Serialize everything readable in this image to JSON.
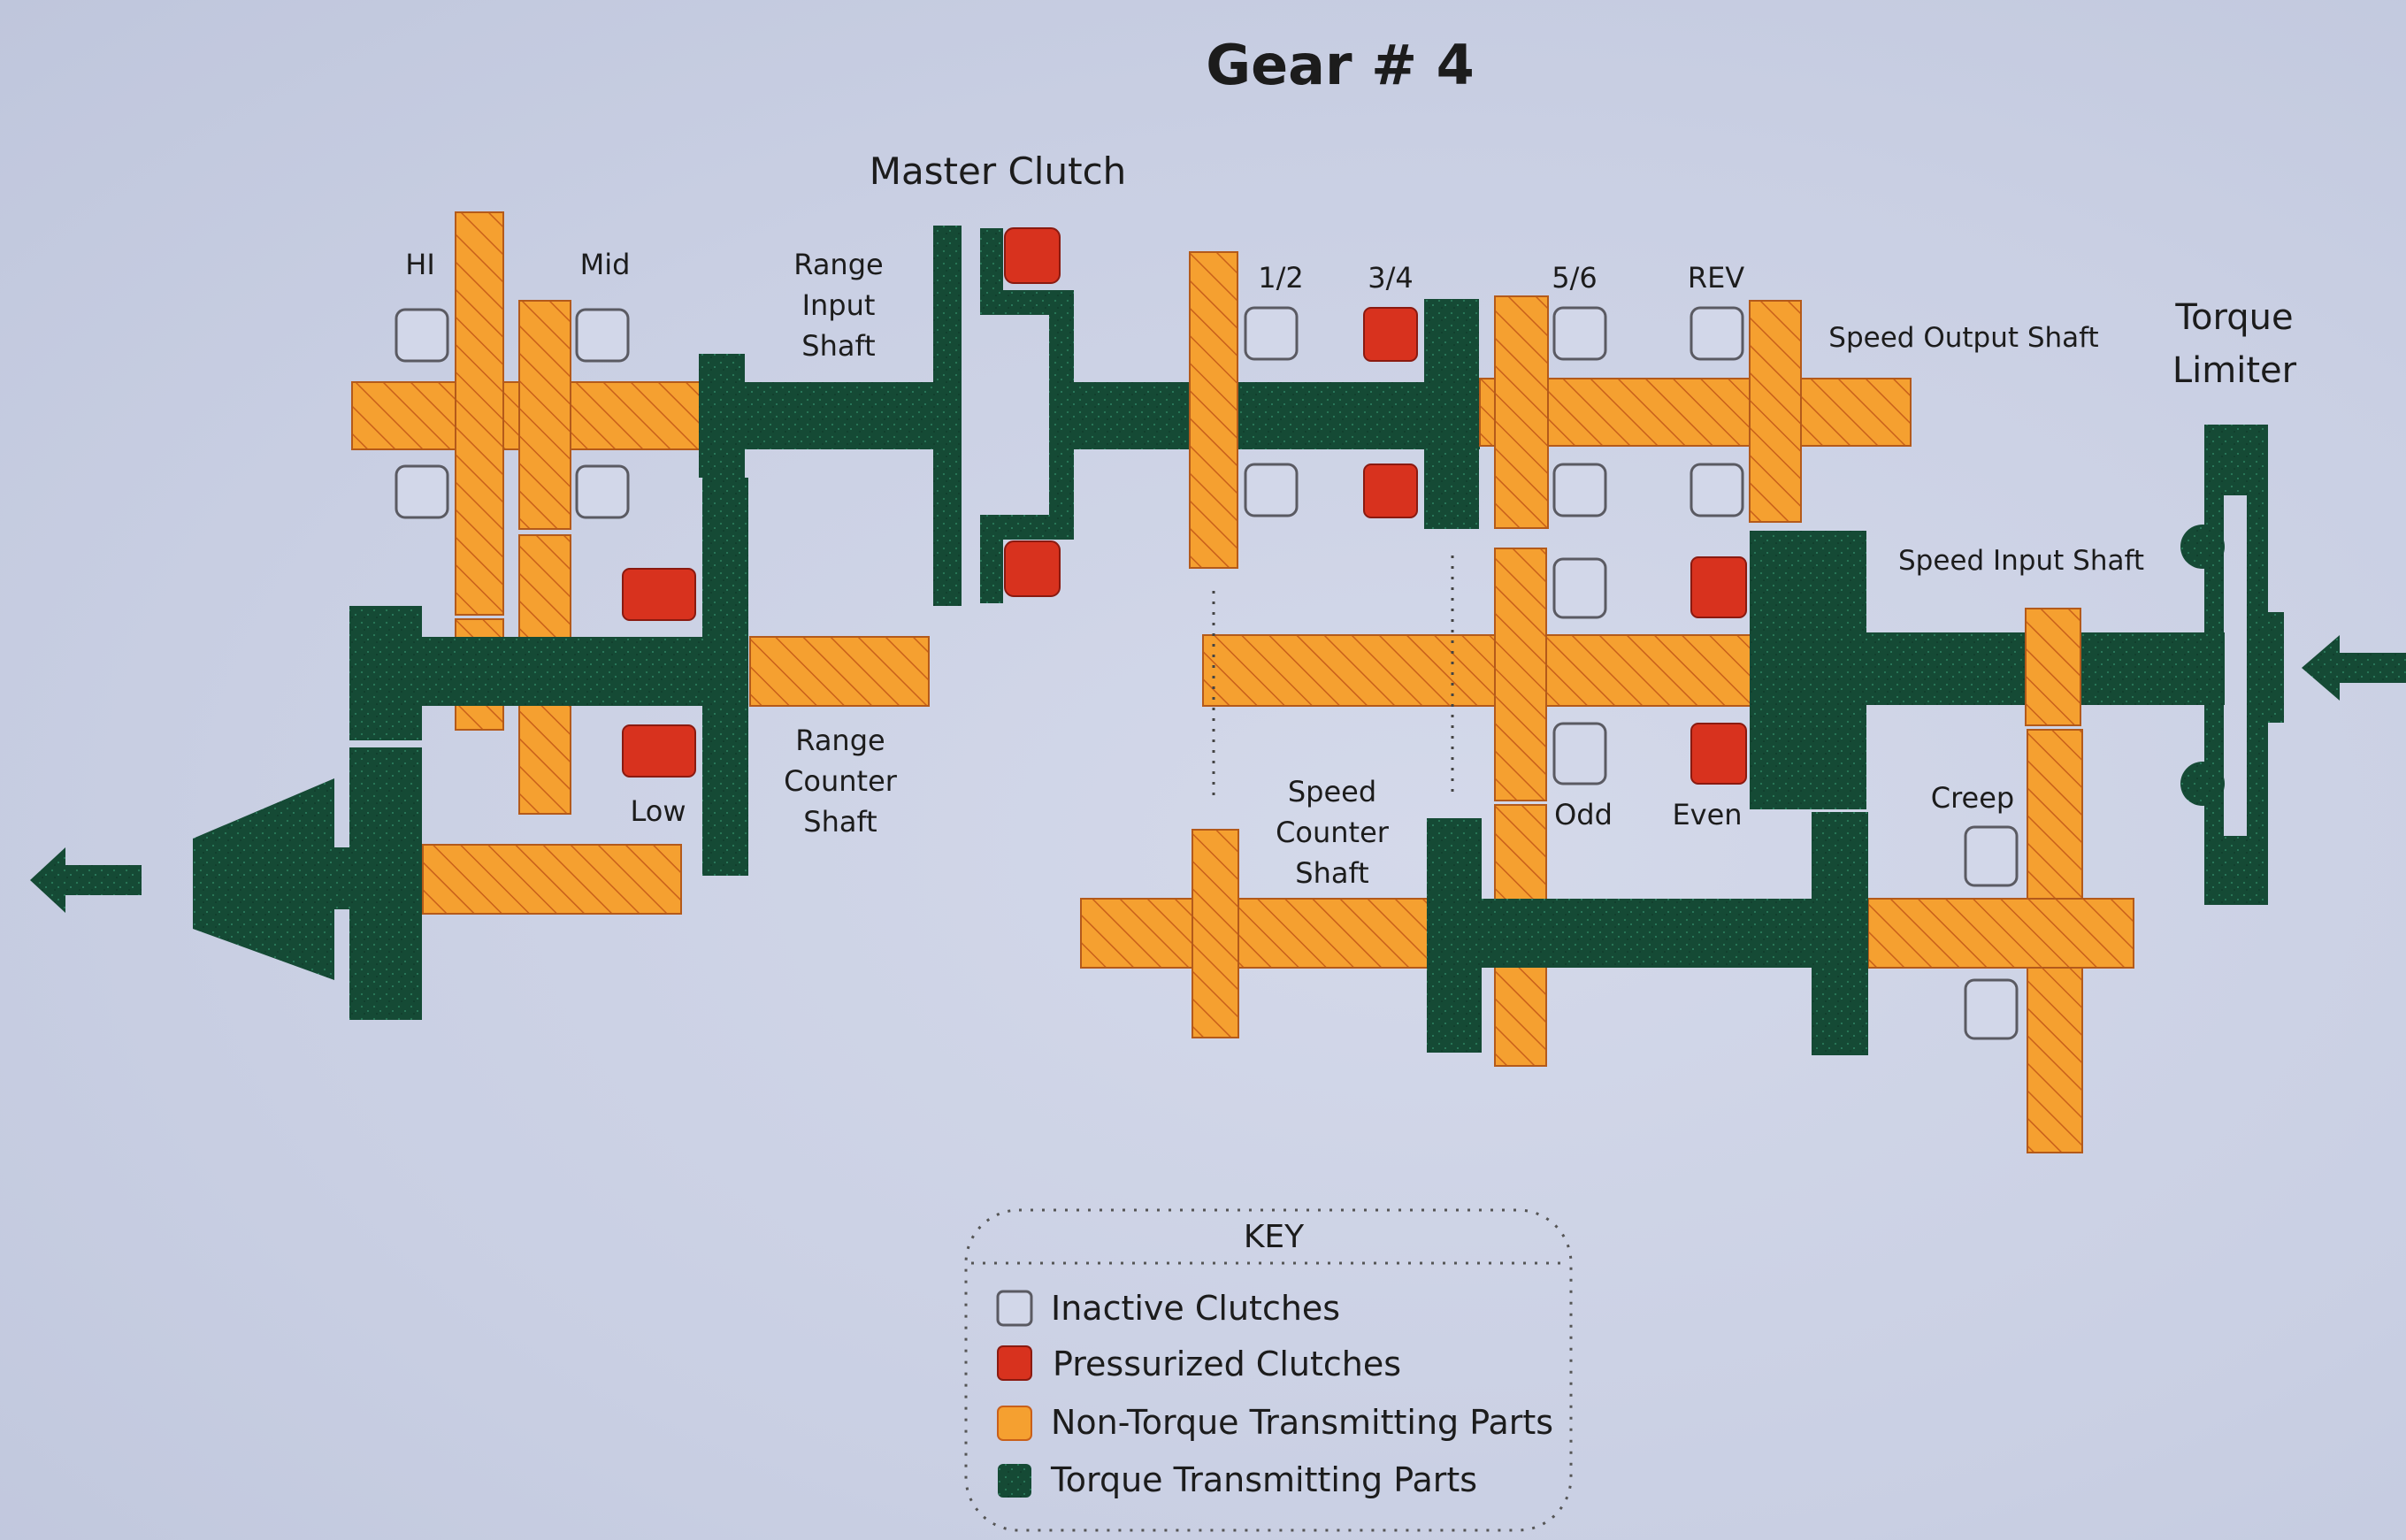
{
  "title": "Gear # 4",
  "labels": {
    "master_clutch": "Master Clutch",
    "hi": "HI",
    "mid": "Mid",
    "low": "Low",
    "range_input_shaft": [
      "Range",
      "Input",
      "Shaft"
    ],
    "range_counter_shaft": [
      "Range",
      "Counter",
      "Shaft"
    ],
    "c12": "1/2",
    "c34": "3/4",
    "c56": "5/6",
    "rev": "REV",
    "speed_output_shaft": "Speed Output Shaft",
    "torque_limiter": [
      "Torque",
      "Limiter"
    ],
    "speed_input_shaft": "Speed Input Shaft",
    "odd": "Odd",
    "even": "Even",
    "creep": "Creep",
    "speed_counter_shaft": [
      "Speed",
      "Counter",
      "Shaft"
    ]
  },
  "key": {
    "title": "KEY",
    "items": [
      {
        "label": "Inactive Clutches",
        "type": "inactive"
      },
      {
        "label": "Pressurized Clutches",
        "type": "pressurized"
      },
      {
        "label": "Non-Torque Transmitting Parts",
        "type": "non-torque"
      },
      {
        "label": "Torque Transmitting Parts",
        "type": "torque"
      }
    ]
  },
  "colors": {
    "background": "#cdd3e6",
    "non_torque": "#f5a030",
    "non_torque_stroke": "#c9601a",
    "torque": "#154a35",
    "pressurized": "#d8321e",
    "inactive_fill": "#d2d7e9",
    "inactive_stroke": "#5a5a62"
  },
  "clutch_states": {
    "hi": "inactive",
    "mid": "inactive",
    "low": "pressurized",
    "master": "pressurized",
    "c12": "inactive",
    "c34": "pressurized",
    "c56": "inactive",
    "rev": "inactive",
    "odd": "inactive",
    "even": "pressurized",
    "creep": "inactive"
  }
}
